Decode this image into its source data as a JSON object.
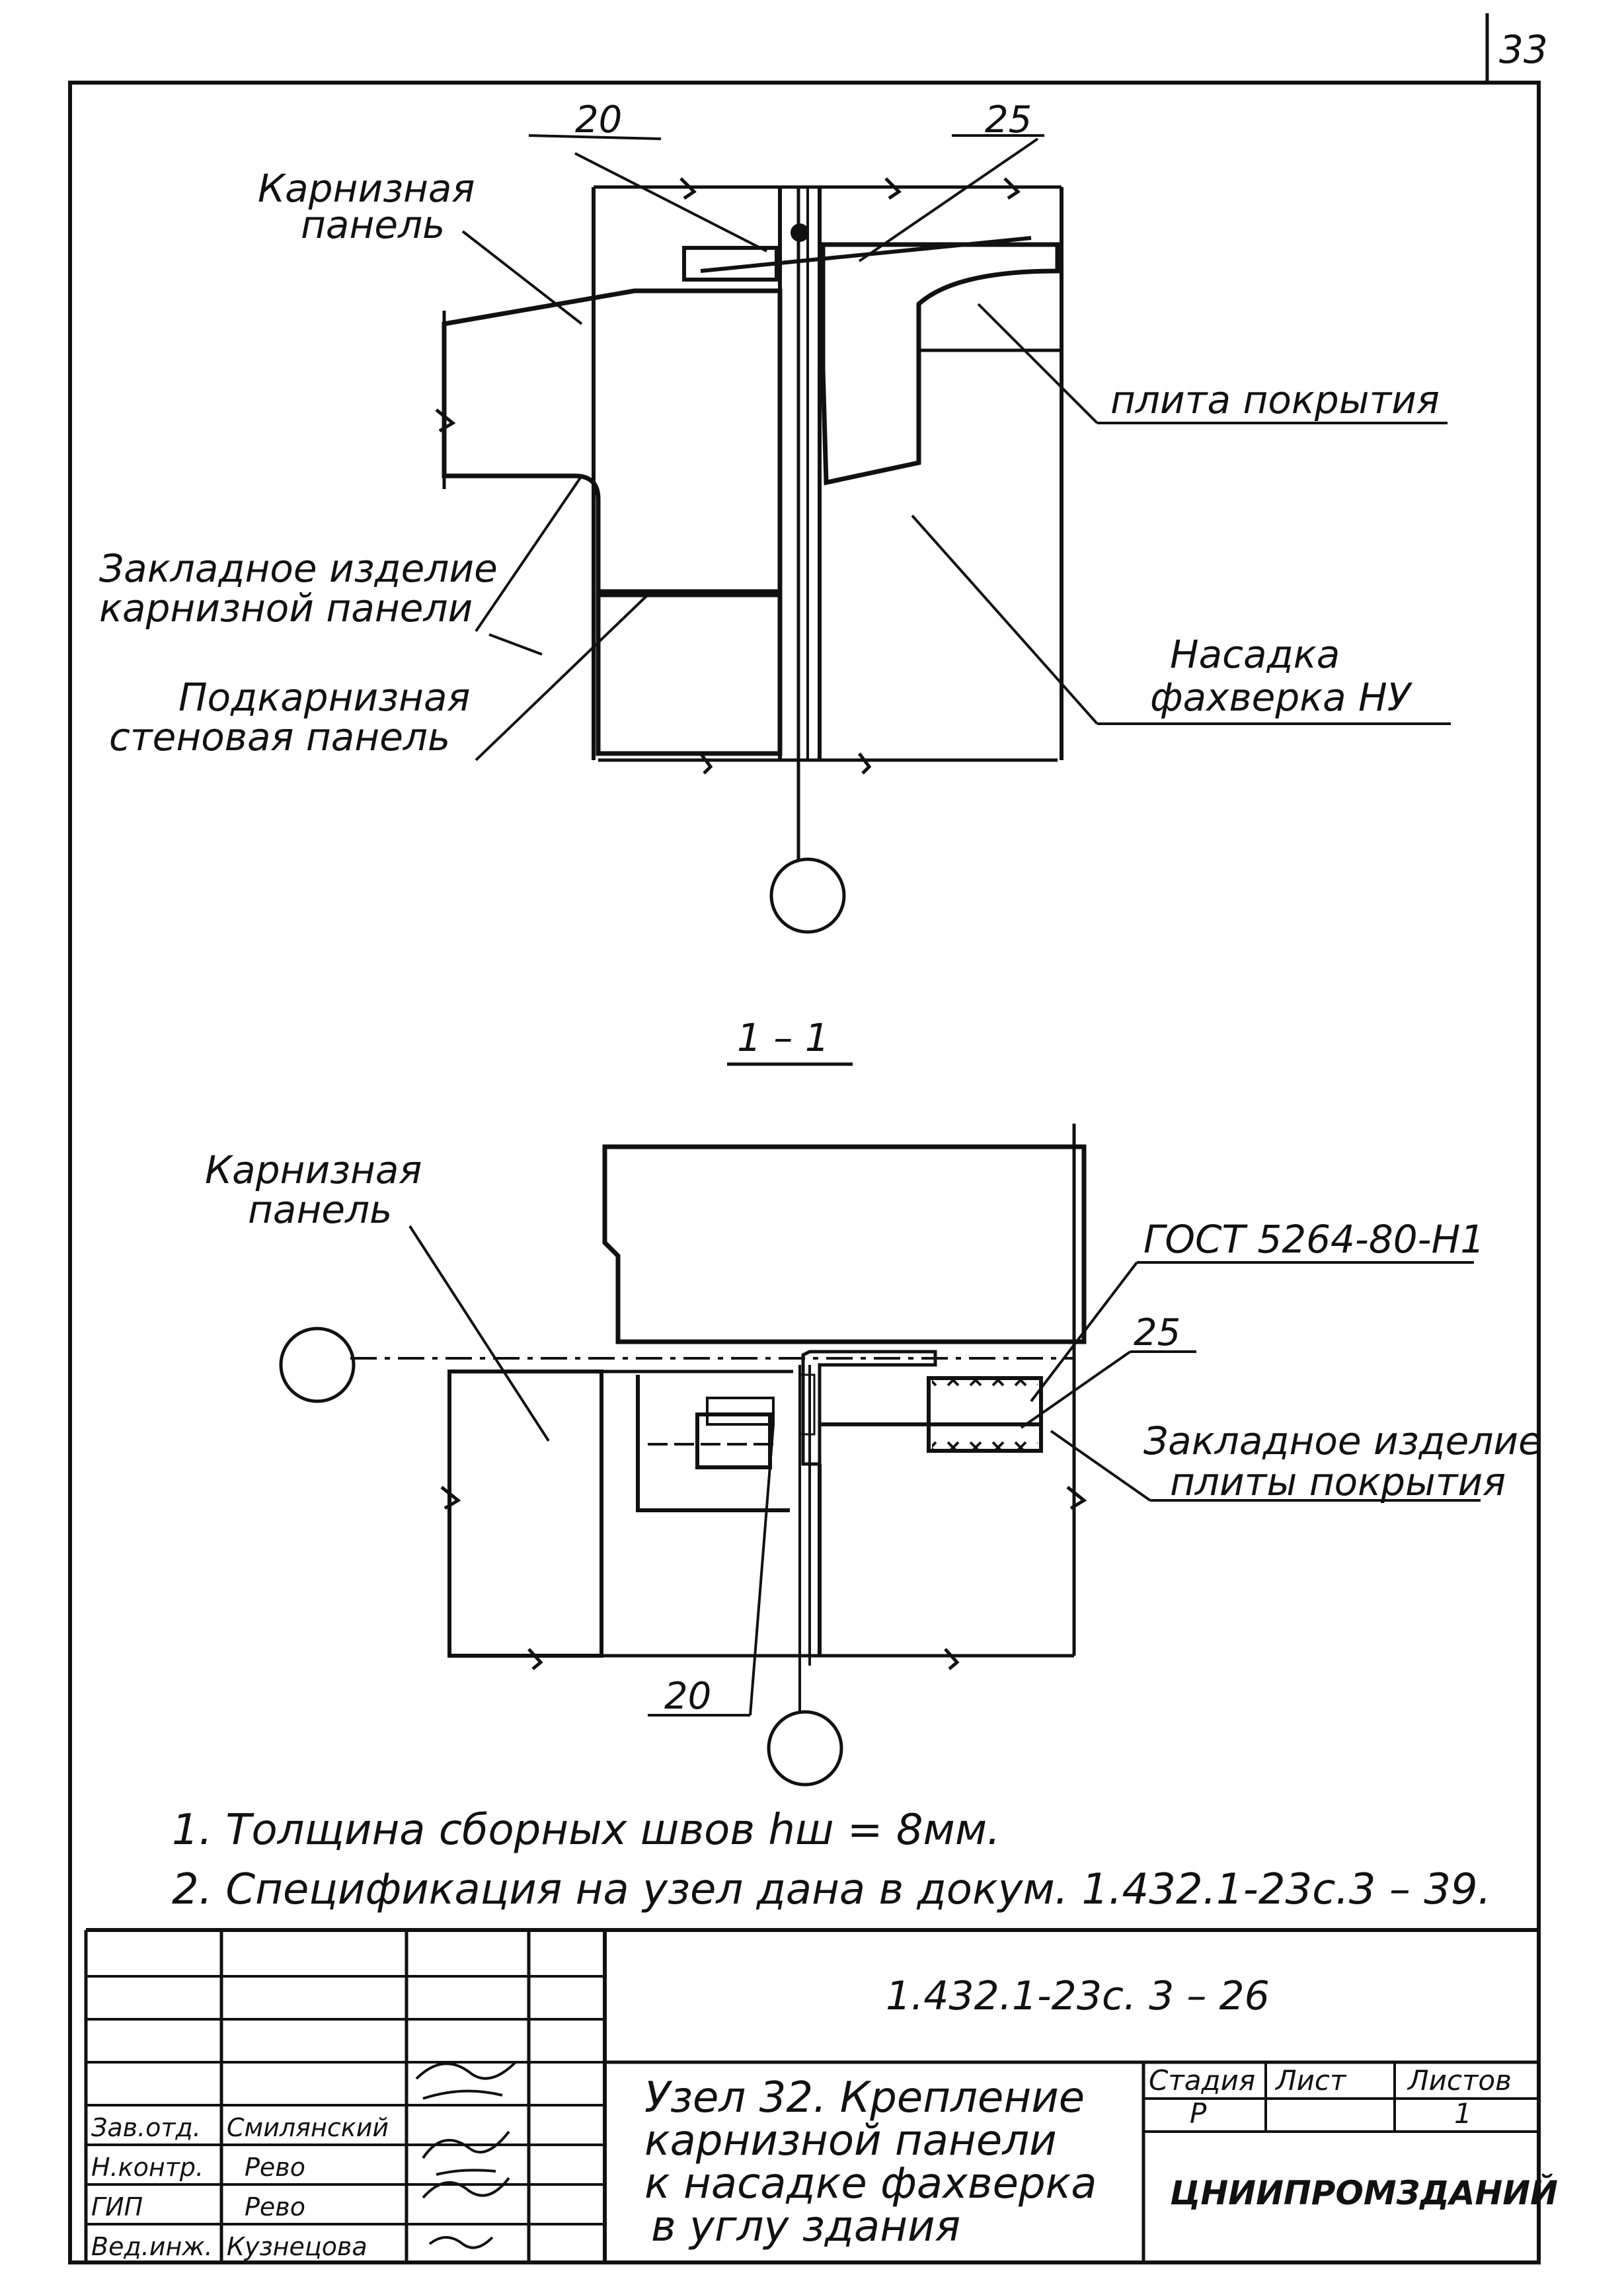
{
  "sheet": {
    "page_number": "33",
    "doc_code": "1.432.1-23с. 3 – 26",
    "title_lines": [
      "Узел 32. Крепление",
      "карнизной панели",
      "к насадке фахверка",
      "в углу здания"
    ],
    "organization": "ЦНИИПРОМЗДАНИЙ",
    "stage_header": "Стадия",
    "sheet_header": "Лист",
    "sheets_header": "Листов",
    "stage_value": "Р",
    "sheets_value": "1"
  },
  "upper_view": {
    "callout_20": "20",
    "callout_25": "25",
    "label_cornice_panel": [
      "Карнизная",
      "панель"
    ],
    "label_embedded_cornice": [
      "Закладное изделие",
      "карнизной панели"
    ],
    "label_subcornice_wall": [
      "Подкарнизная",
      "стеновая панель"
    ],
    "label_roof_slab": "плита покрытия",
    "label_headpiece": [
      "Насадка",
      "фахверка НУ"
    ]
  },
  "section": {
    "title": "1 – 1",
    "label_cornice_panel": [
      "Карнизная",
      "панель"
    ],
    "label_gost": "ГОСТ 5264-80-Н1",
    "callout_25": "25",
    "callout_20": "20",
    "label_embedded_slab": [
      "Закладное изделие",
      "плиты покрытия"
    ]
  },
  "notes": [
    "1. Толщина сборных швов hш = 8мм.",
    "2. Спецификация на узел дана в докум. 1.432.1-23с.3 – 39."
  ],
  "signatures": [
    {
      "role": "Зав.отд.",
      "name": "Смилянский"
    },
    {
      "role": "Н.контр.",
      "name": "Рево"
    },
    {
      "role": "ГИП",
      "name": "Рево"
    },
    {
      "role": "Вед.инж.",
      "name": "Кузнецова"
    }
  ]
}
